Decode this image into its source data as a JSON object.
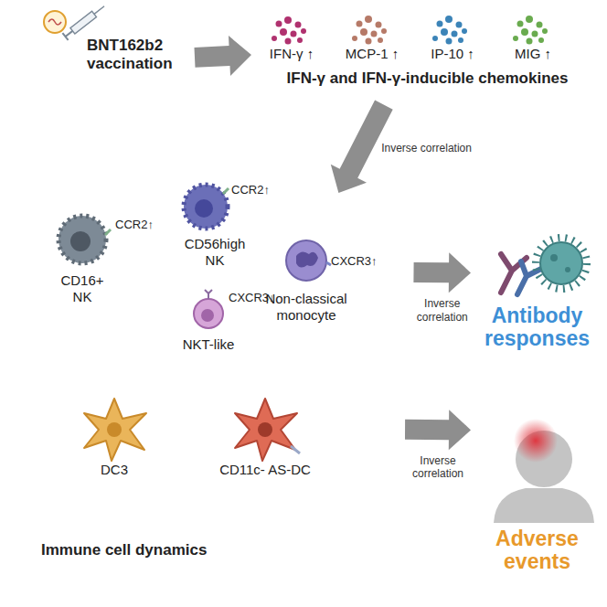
{
  "diagram": {
    "nodes": [
      {
        "text": [
          "BNT162b2 vaccination"
        ]
      },
      {
        "text": [
          "IFN-γ ↑",
          "MCP-1 ↑",
          "IP-10 ↑",
          "MIG ↑",
          "IFN-γ and IFN-γ-inducible chemokines"
        ]
      },
      {
        "text": [
          "CD16+ NK",
          "CCR2↑",
          "CD56high NK",
          "CCR2↑",
          "Non-classical monocyte",
          "CXCR3↑"
        ]
      },
      {
        "text": [
          "Antibody responses"
        ]
      },
      {
        "text": [
          "NKT-like",
          "CXCR3↓",
          "DC3",
          "CD11c- AS-DC"
        ]
      },
      {
        "text": [
          "Adverse events"
        ]
      }
    ],
    "edges": [
      {
        "from": 0,
        "to": 1,
        "arrow": "to"
      },
      {
        "from": 1,
        "to": 2,
        "arrow": "to",
        "label": "Inverse correlation"
      },
      {
        "from": 2,
        "to": 3,
        "arrow": "to",
        "label": "Inverse correlation"
      },
      {
        "from": 4,
        "to": 5,
        "arrow": "to",
        "label": "Inverse correlation"
      }
    ],
    "labels": [
      "Immune cell dynamics"
    ]
  }
}
